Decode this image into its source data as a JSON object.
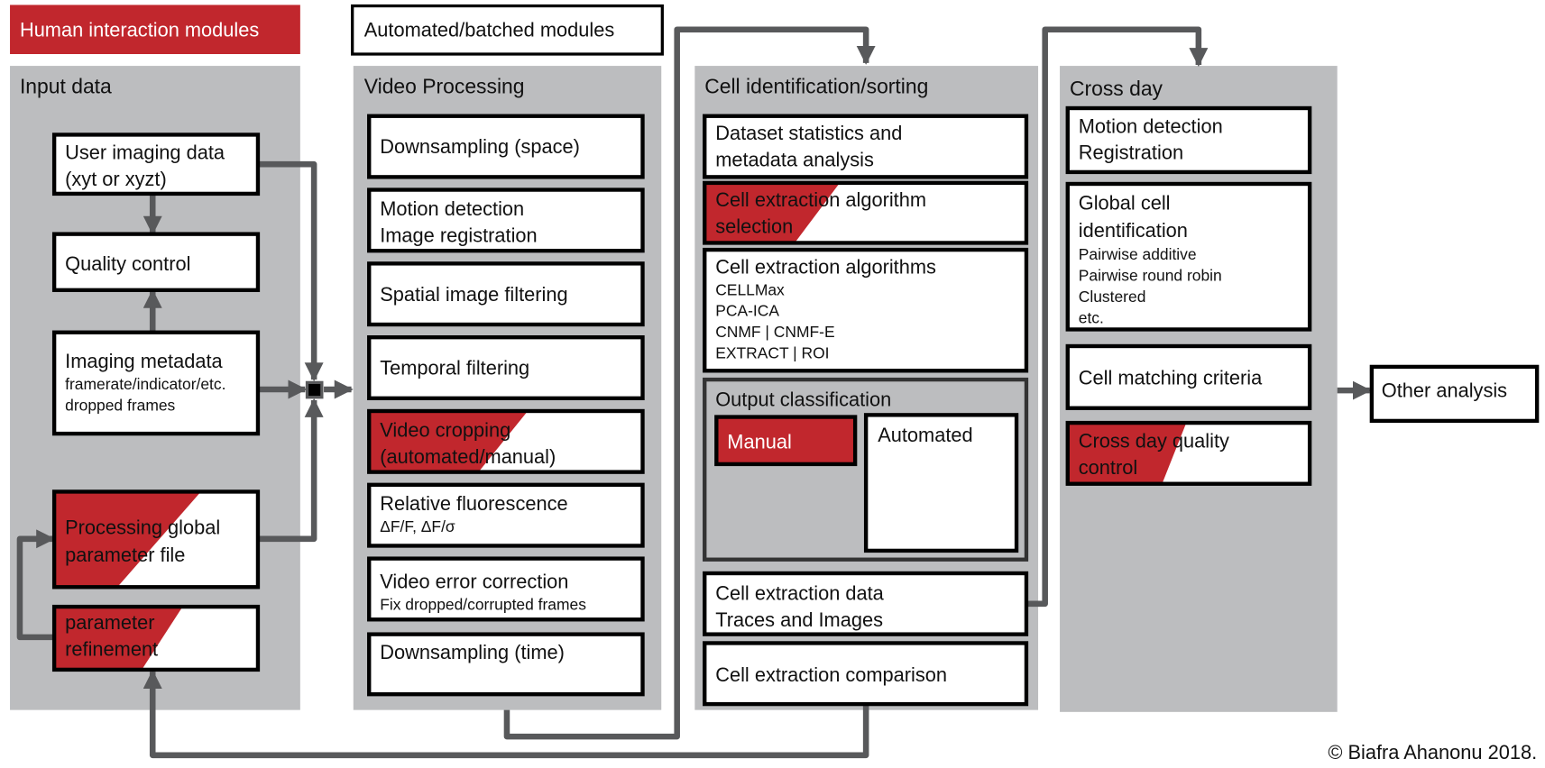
{
  "legend": {
    "human": "Human interaction modules",
    "automated": "Automated/batched modules"
  },
  "colors": {
    "human_red": "#c1272d",
    "panel_gray": "#bcbdbf",
    "arrow_gray": "#58595b",
    "box_border": "#000000"
  },
  "panels": [
    {
      "title": "Input data",
      "boxes": [
        {
          "title_lines": [
            "User imaging data",
            "(xyt or xyzt)"
          ],
          "detail_lines": [],
          "human": false
        },
        {
          "title_lines": [
            "Quality control"
          ],
          "detail_lines": [],
          "human": false
        },
        {
          "title_lines": [
            "Imaging metadata"
          ],
          "detail_lines": [
            "framerate/indicator/etc.",
            "dropped frames"
          ],
          "human": false
        },
        {
          "title_lines": [
            "Processing global",
            "parameter file"
          ],
          "detail_lines": [],
          "human": true
        },
        {
          "title_lines": [
            "parameter",
            "refinement"
          ],
          "detail_lines": [],
          "human": true
        }
      ]
    },
    {
      "title": "Video Processing",
      "boxes": [
        {
          "title_lines": [
            "Downsampling  (space)"
          ],
          "detail_lines": [],
          "human": false
        },
        {
          "title_lines": [
            "Motion detection",
            "Image  registration"
          ],
          "detail_lines": [],
          "human": false
        },
        {
          "title_lines": [
            "Spatial image  filtering"
          ],
          "detail_lines": [],
          "human": false
        },
        {
          "title_lines": [
            "Temporal filtering"
          ],
          "detail_lines": [],
          "human": false
        },
        {
          "title_lines": [
            "Video cropping",
            "(automated/manual)"
          ],
          "detail_lines": [],
          "human": true
        },
        {
          "title_lines": [
            "Relative fluorescence"
          ],
          "detail_lines": [
            "ΔF/F, ΔF/σ"
          ],
          "human": false
        },
        {
          "title_lines": [
            "Video error correction"
          ],
          "detail_lines": [
            "Fix dropped/corrupted frames"
          ],
          "human": false
        },
        {
          "title_lines": [
            "Downsampling  (time)"
          ],
          "detail_lines": [],
          "human": false
        }
      ]
    },
    {
      "title": "Cell identification/sorting",
      "boxes": [
        {
          "title_lines": [
            "Dataset statistics and",
            "metadata analysis"
          ],
          "detail_lines": [],
          "human": false
        },
        {
          "title_lines": [
            "Cell extraction algorithm",
            "selection"
          ],
          "detail_lines": [],
          "human": true
        },
        {
          "title_lines": [
            "Cell extraction algorithms"
          ],
          "detail_lines": [
            "CELLMax",
            "PCA-ICA",
            "CNMF | CNMF-E",
            "EXTRACT | ROI"
          ],
          "human": false
        },
        {
          "title_lines": [
            "Cell extraction data",
            "Traces and Images"
          ],
          "detail_lines": [],
          "human": false
        },
        {
          "title_lines": [
            "Cell extraction comparison"
          ],
          "detail_lines": [],
          "human": false
        }
      ],
      "output_classification": {
        "title": "Output classification",
        "manual": "Manual",
        "automated": "Automated"
      }
    },
    {
      "title": "Cross day",
      "boxes": [
        {
          "title_lines": [
            "Motion detection",
            "Registration"
          ],
          "detail_lines": [],
          "human": false
        },
        {
          "title_lines": [
            "Global cell",
            "identification"
          ],
          "detail_lines": [
            "Pairwise additive",
            "Pairwise round robin",
            "Clustered",
            "etc."
          ],
          "human": false
        },
        {
          "title_lines": [
            "Cell matching criteria"
          ],
          "detail_lines": [],
          "human": false
        },
        {
          "title_lines": [
            "Cross day quality",
            "control"
          ],
          "detail_lines": [],
          "human": true
        }
      ]
    }
  ],
  "other_analysis": "Other analysis",
  "copyright": "© Biafra Ahanonu 2018."
}
